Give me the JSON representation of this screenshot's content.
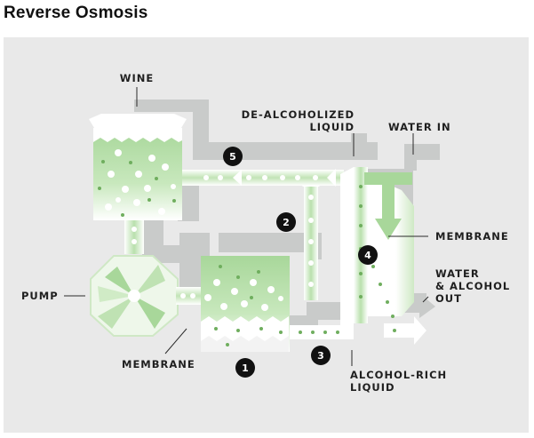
{
  "title": "Reverse Osmosis",
  "labels": {
    "wine": "WINE",
    "dealc_line1": "DE-ALCOHOLIZED",
    "dealc_line2": "LIQUID",
    "water_in": "WATER IN",
    "membrane_right": "MEMBRANE",
    "water_alc_line1": "WATER",
    "water_alc_line2": "& ALCOHOL",
    "water_alc_line3": "OUT",
    "pump": "PUMP",
    "membrane_bottom": "MEMBRANE",
    "alc_rich_line1": "ALCOHOL-RICH",
    "alc_rich_line2": "LIQUID"
  },
  "steps": [
    "1",
    "2",
    "3",
    "4",
    "5"
  ],
  "colors": {
    "background": "#e9e9e9",
    "pipe": "#c9cbca",
    "pipe_dark": "#b5b8b6",
    "green": "#a8d79a",
    "green_light": "#d5edcc",
    "marker": "#111111",
    "text": "#1f1f1f"
  }
}
